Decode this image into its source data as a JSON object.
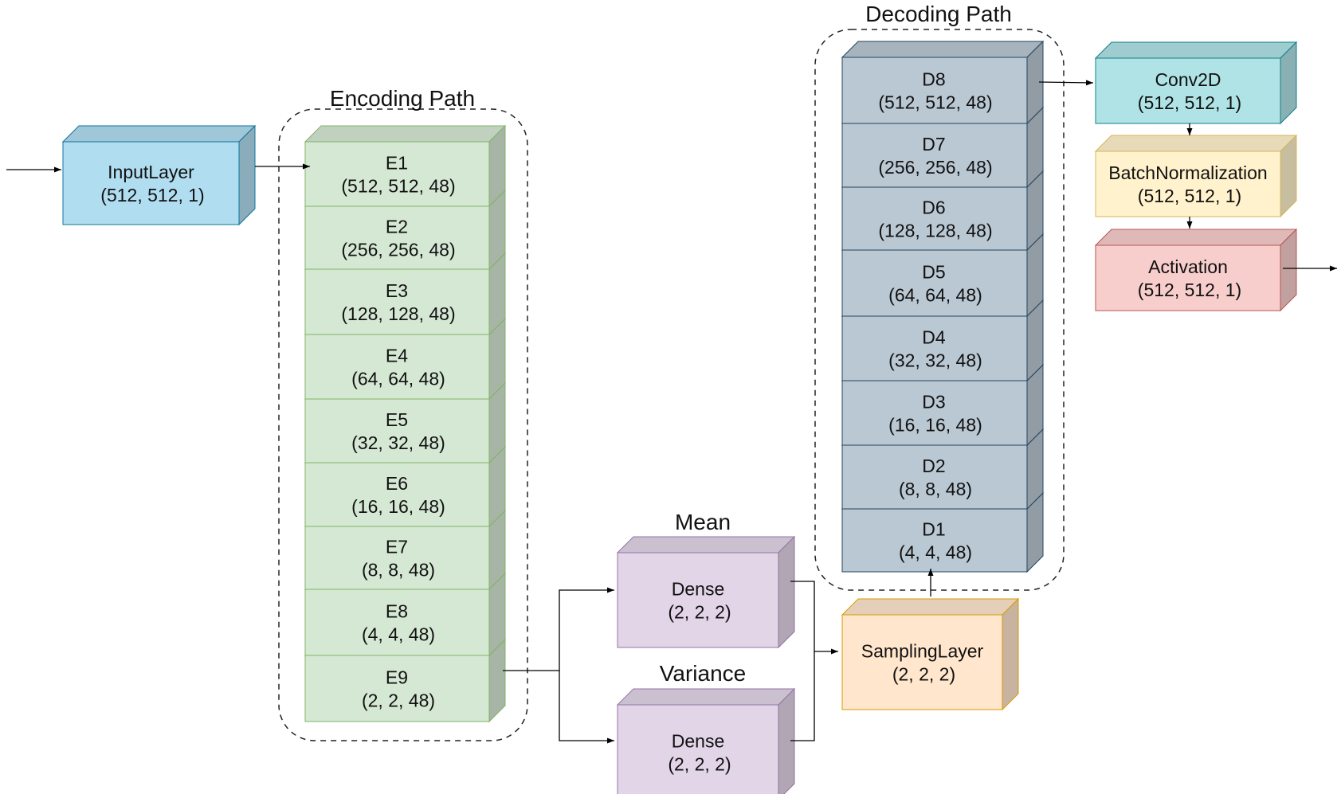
{
  "titles": {
    "encoding": "Encoding Path",
    "decoding": "Decoding Path",
    "mean": "Mean",
    "variance": "Variance"
  },
  "input": {
    "name": "InputLayer",
    "shape": "(512, 512, 1)",
    "color": "#b1ddf0",
    "stroke": "#10739e"
  },
  "encoder": {
    "color": "#d5e8d4",
    "stroke": "#82b366",
    "blocks": [
      {
        "name": "E1",
        "shape": "(512, 512, 48)"
      },
      {
        "name": "E2",
        "shape": "(256, 256, 48)"
      },
      {
        "name": "E3",
        "shape": "(128, 128, 48)"
      },
      {
        "name": "E4",
        "shape": "(64, 64, 48)"
      },
      {
        "name": "E5",
        "shape": "(32, 32, 48)"
      },
      {
        "name": "E6",
        "shape": "(16, 16, 48)"
      },
      {
        "name": "E7",
        "shape": "(8, 8, 48)"
      },
      {
        "name": "E8",
        "shape": "(4, 4, 48)"
      },
      {
        "name": "E9",
        "shape": "(2, 2, 48)"
      }
    ]
  },
  "mean_dense": {
    "name": "Dense",
    "shape": "(2, 2, 2)"
  },
  "variance_dense": {
    "name": "Dense",
    "shape": "(2, 2, 2)"
  },
  "dense_color": "#e1d5e7",
  "dense_stroke": "#9673a6",
  "sampling": {
    "name": "SamplingLayer",
    "shape": "(2, 2, 2)",
    "color": "#ffe6cc",
    "stroke": "#d79b00"
  },
  "decoder": {
    "color": "#bac8d3",
    "stroke": "#23445d",
    "blocks": [
      {
        "name": "D8",
        "shape": "(512, 512, 48)"
      },
      {
        "name": "D7",
        "shape": "(256, 256, 48)"
      },
      {
        "name": "D6",
        "shape": "(128, 128, 48)"
      },
      {
        "name": "D5",
        "shape": "(64, 64, 48)"
      },
      {
        "name": "D4",
        "shape": "(32, 32, 48)"
      },
      {
        "name": "D3",
        "shape": "(16, 16, 48)"
      },
      {
        "name": "D2",
        "shape": "(8, 8, 48)"
      },
      {
        "name": "D1",
        "shape": "(4, 4, 48)"
      }
    ]
  },
  "conv": {
    "name": "Conv2D",
    "shape": "(512, 512, 1)",
    "color": "#b0e3e6",
    "stroke": "#0e8088"
  },
  "batchnorm": {
    "name": "BatchNormalization",
    "shape": "(512, 512, 1)",
    "color": "#fff2cc",
    "stroke": "#d6b656"
  },
  "activation": {
    "name": "Activation",
    "shape": "(512, 512, 1)",
    "color": "#f8cecc",
    "stroke": "#b85450"
  }
}
